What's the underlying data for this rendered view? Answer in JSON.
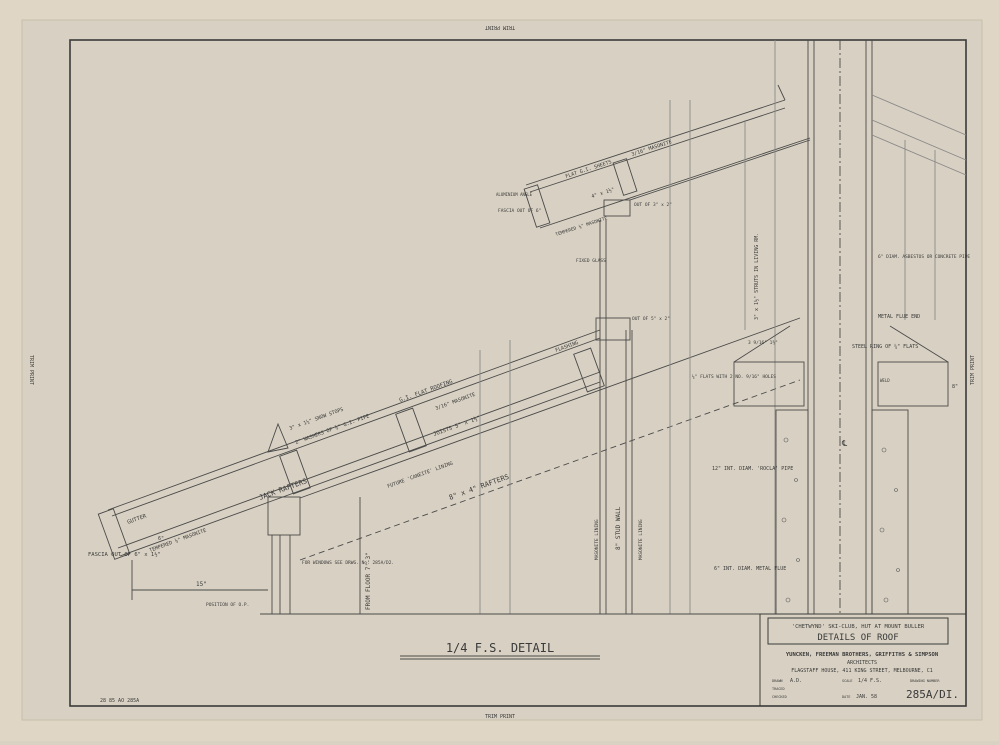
{
  "trim": {
    "top": "TRIM PRINT",
    "bottom": "TRIM PRINT",
    "left": "TRIM PRINT",
    "right": "TRIM PRINT"
  },
  "drawing_title": "1/4 F.S. DETAIL",
  "title_block": {
    "project": "'CHETWYND' SKI-CLUB, HUT AT MOUNT BULLER",
    "sheet_title": "DETAILS OF ROOF",
    "firm": "YUNCKEN, FREEMAN BROTHERS, GRIFFITHS & SIMPSON",
    "role": "ARCHITECTS",
    "address": "FLAGSTAFF HOUSE, 411 KING STREET, MELBOURNE, C1",
    "drawn_label": "DRAWN",
    "drawn_value": "A.D.",
    "scale_label": "SCALE",
    "scale_value": "1/4 F.S.",
    "traced_label": "TRACED",
    "checked_label": "CHECKED",
    "date_label": "DATE",
    "date_value": "JAN. 58",
    "drawing_number_label": "DRAWING NUMBER",
    "drawing_number": "285A/DI."
  },
  "labels": {
    "fascia_bottom": "FASCIA OUT OF 6\" x 1½\"",
    "gutter": "GUTTER",
    "tempered_masonite": "TEMPERED ¼\" MASONITE",
    "jack_rafters": "JACK RAFTERS",
    "snow_stops": "3\" x 1½\" SNOW STOPS",
    "washers": "2\" WASHERS OF ¾\" G.I. PIPE",
    "gi_flat_roofing": "G.I. FLAT ROOFING",
    "masonite_roof": "3/16\" MASONITE",
    "joists": "JOISTS 5\" x 1½\"",
    "future_caneite": "FUTURE 'CANEITE' LINING",
    "rafters": "8\" x 4\" RAFTERS",
    "flashing": "FLASHING",
    "out_of_5x2": "OUT OF 5\" x 2\"",
    "fixed_glass": "FIXED GLASS",
    "out_of_3x2": "OUT OF 3\" x 2\"",
    "flat_gi_sheets": "FLAT G.I. SHEETS",
    "masonite_upper": "3/16\" MASONITE",
    "timber_4x1": "4\" x 1½\"",
    "fascia_upper": "FASCIA OUT OF 6\"",
    "aluminium_angle": "ALUMINIUM ANGLE",
    "tempered_upper": "TEMPERED ¼\" MASONITE",
    "for_windows": "FOR WINDOWS SEE DRWG. No. 285A/D2.",
    "from_floor": "FROM FLOOR 7'-3\"",
    "position_of_op": "POSITION OF O.P.",
    "dim_15": "15\"",
    "dim_6": "6\"",
    "masonite_lining_l": "MASONITE LINING",
    "stud_wall": "8\" STUD WALL",
    "masonite_lining_r": "MASONITE LINING",
    "struts": "3\" x 1½\" STRUTS IN LIVING RM.",
    "asbestos_pipe": "6\" DIAM. ASBESTOS OR CONCRETE PIPE",
    "metal_flue_end": "METAL FLUE END",
    "steel_ring": "STEEL RING OF ¼\" FLATS",
    "flats_holes": "¼\" FLATS WITH 2 NO. 9/16\" HOLES",
    "dim_3_9_16": "3 9/16\" 1½\"",
    "weld": "WELD",
    "dim_8": "8\"",
    "rocla_pipe": "12\" INT. DIAM. 'ROCLA' PIPE",
    "metal_flue": "6\" INT. DIAM. METAL FLUE",
    "centre_mark": "℄",
    "bottom_note": "28 85 AO 285A"
  }
}
